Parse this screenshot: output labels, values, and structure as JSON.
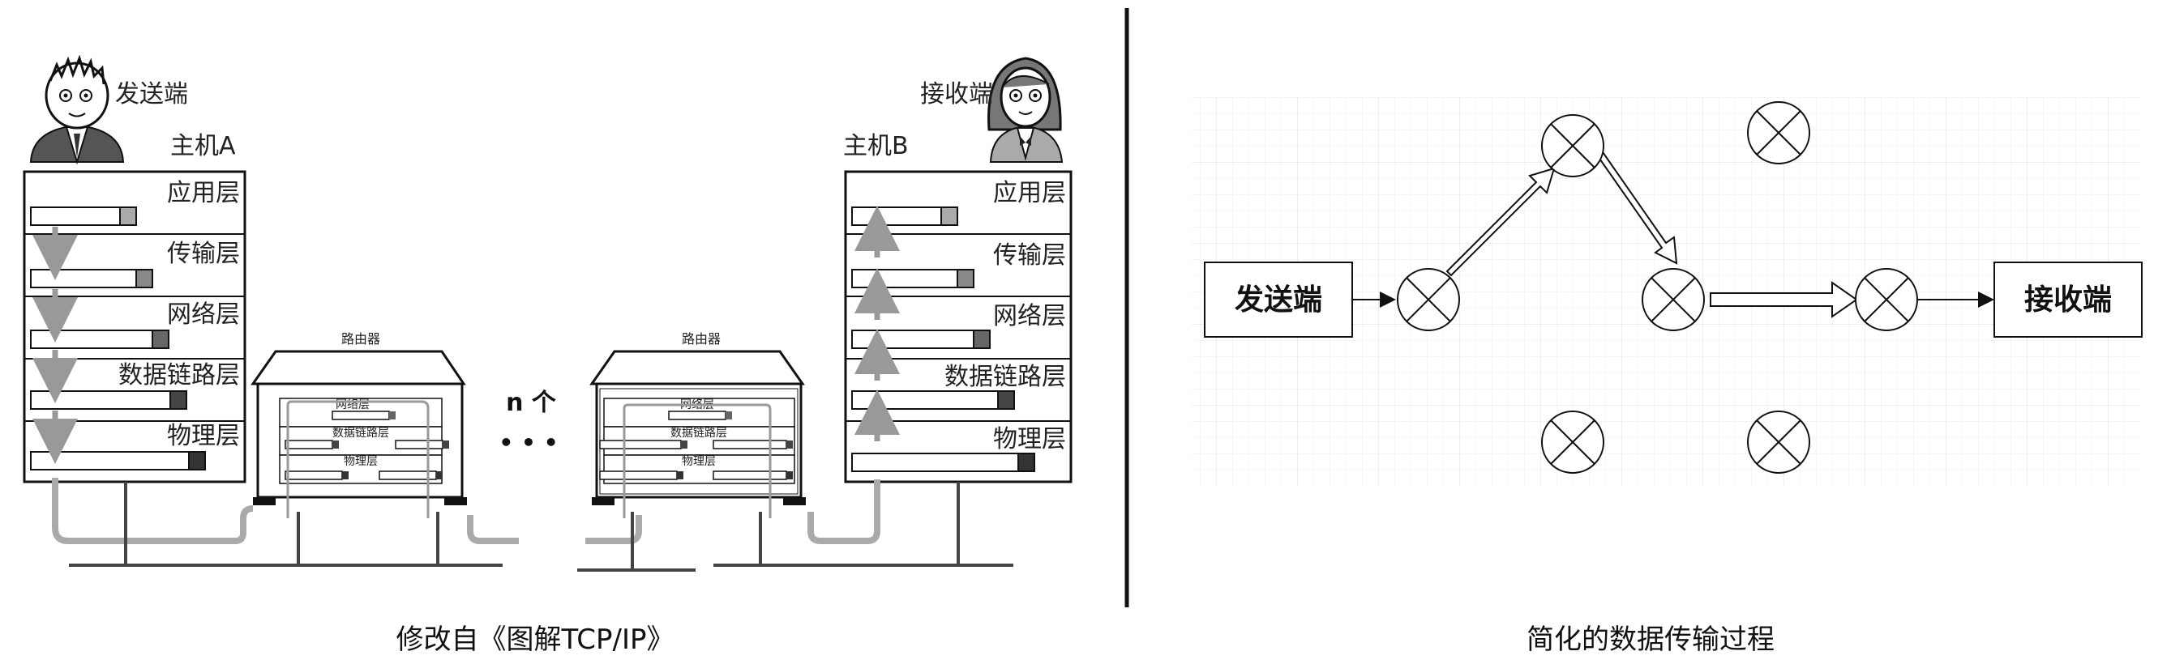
{
  "left_panel": {
    "caption": "修改自《图解TCP/IP》",
    "sender_role": "发送端",
    "receiver_role": "接收端",
    "host_a": "主机A",
    "host_b": "主机B",
    "layers": [
      "应用层",
      "传输层",
      "网络层",
      "数据链路层",
      "物理层"
    ],
    "router_title": "路由器",
    "router_layers": [
      "网络层",
      "数据链路层",
      "物理层"
    ],
    "repeat_label": "n 个",
    "ellipsis": "• • •"
  },
  "right_panel": {
    "caption": "简化的数据传输过程",
    "sender": "发送端",
    "receiver": "接收端"
  },
  "colors": {
    "line": "#111111",
    "packet_grey": "#aaaaaa",
    "packet_dark": "#555555",
    "grid": "#e6e6e6",
    "flow_arrow": "#999999"
  }
}
